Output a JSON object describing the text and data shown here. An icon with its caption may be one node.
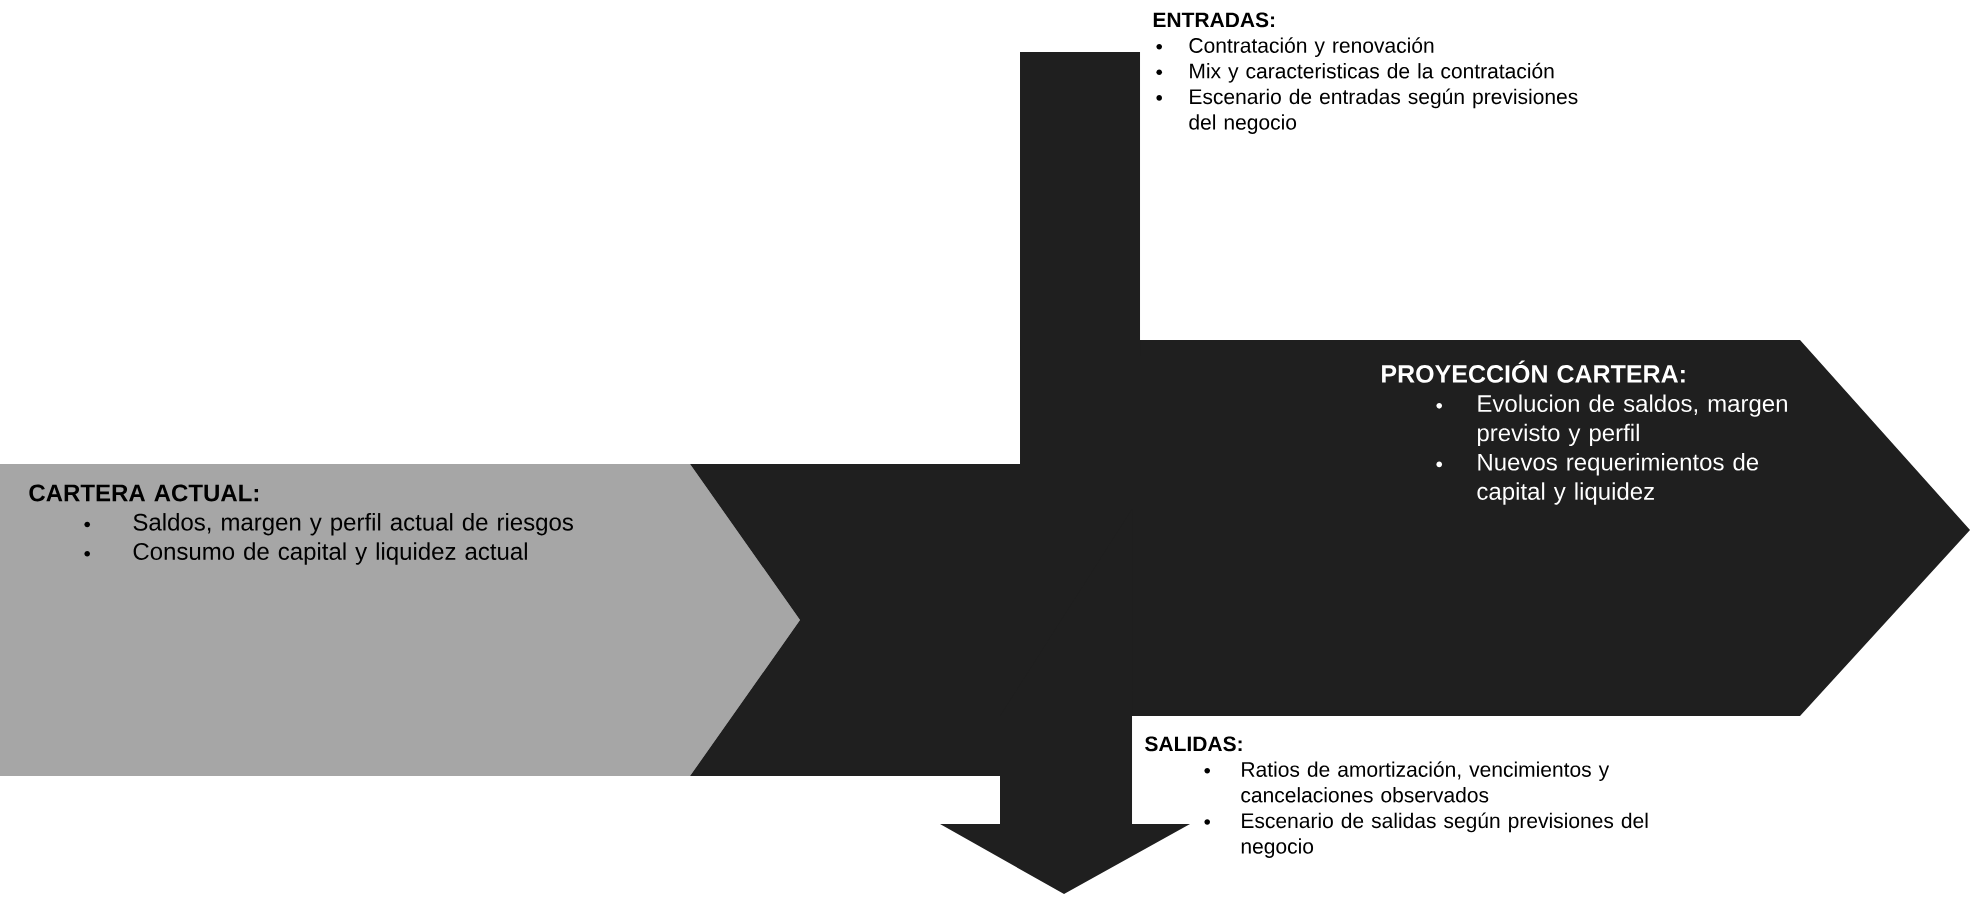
{
  "diagram": {
    "nodes": [
      {
        "text": [
          "CARTERA ACTUAL:",
          "Saldos, margen y perfil actual de riesgos",
          "Consumo de capital y liquidez actual"
        ]
      },
      {
        "text": [
          "PROYECCIÓN CARTERA:",
          "Evolucion de saldos, margen previsto y perfil",
          "Nuevos requerimientos de capital y liquidez"
        ]
      },
      {
        "text": [
          "ENTRADAS:",
          "Contratación y renovación",
          "Mix y caracteristicas de la contratación",
          "Escenario de entradas según previsiones del negocio"
        ]
      },
      {
        "text": [
          "SALIDAS:",
          "Ratios de amortización, vencimientos y cancelaciones observados",
          "Escenario de salidas según previsiones del negocio"
        ]
      }
    ],
    "edges": [
      {
        "from": 2,
        "to": 1,
        "arrow": "none"
      },
      {
        "from": 1,
        "to": null,
        "arrow": "to"
      }
    ]
  }
}
